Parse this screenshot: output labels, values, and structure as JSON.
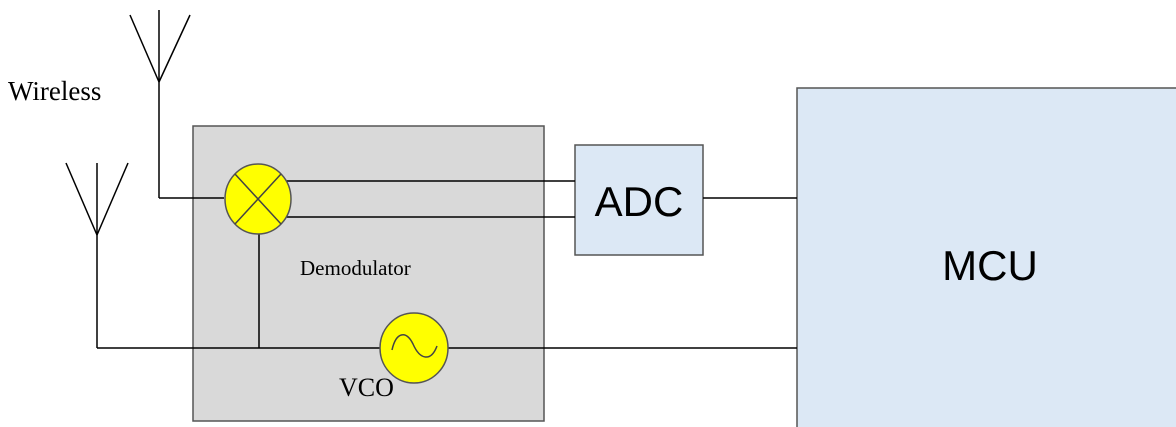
{
  "labels": {
    "wireless": "Wireless",
    "demodulator": "Demodulator",
    "adc": "ADC",
    "mcu": "MCU",
    "vco": "VCO"
  },
  "colors": {
    "demodulator_fill": "#d9d9d9",
    "block_fill": "#dce8f5",
    "mixer_fill": "#ffff00",
    "vco_fill": "#ffff00",
    "line": "#000000"
  },
  "icons": {
    "antenna_top": "antenna-icon",
    "antenna_left": "antenna-icon",
    "mixer": "mixer-icon",
    "vco": "oscillator-icon"
  }
}
